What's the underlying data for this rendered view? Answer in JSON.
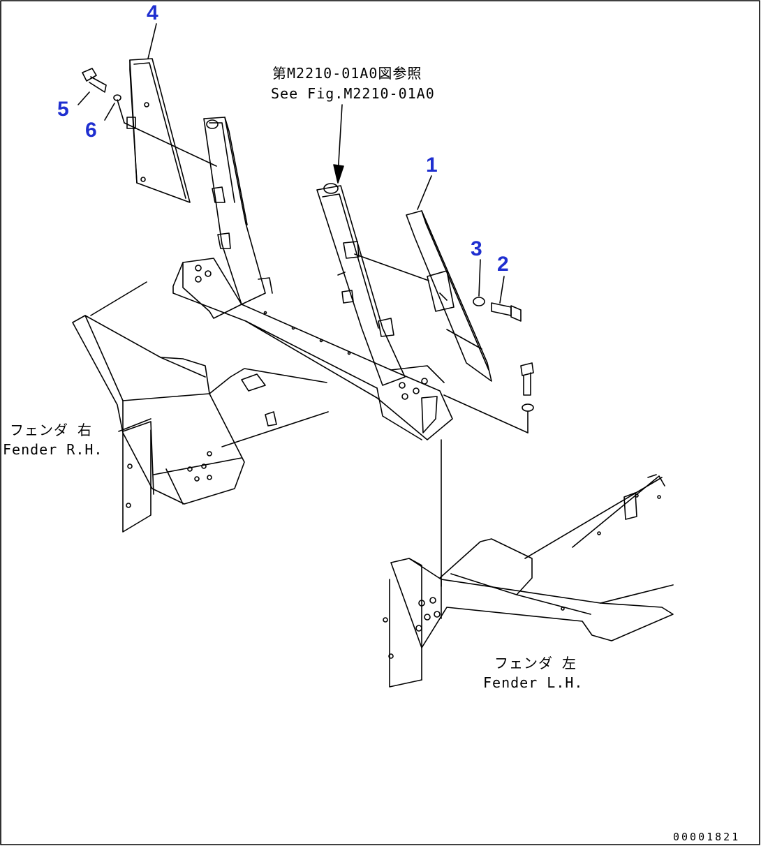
{
  "colors": {
    "part_number": "#1f2fd0",
    "line": "#000000",
    "background": "#ffffff"
  },
  "part_numbers": [
    "1",
    "2",
    "3",
    "4",
    "5",
    "6"
  ],
  "reference": {
    "jp": "第M2210-01A0図参照",
    "en": "See Fig.M2210-01A0"
  },
  "fender_rh": {
    "jp": "フェンダ 右",
    "en": "Fender R.H."
  },
  "fender_lh": {
    "jp": "フェンダ 左",
    "en": "Fender L.H."
  },
  "drawing_code": "00001821"
}
